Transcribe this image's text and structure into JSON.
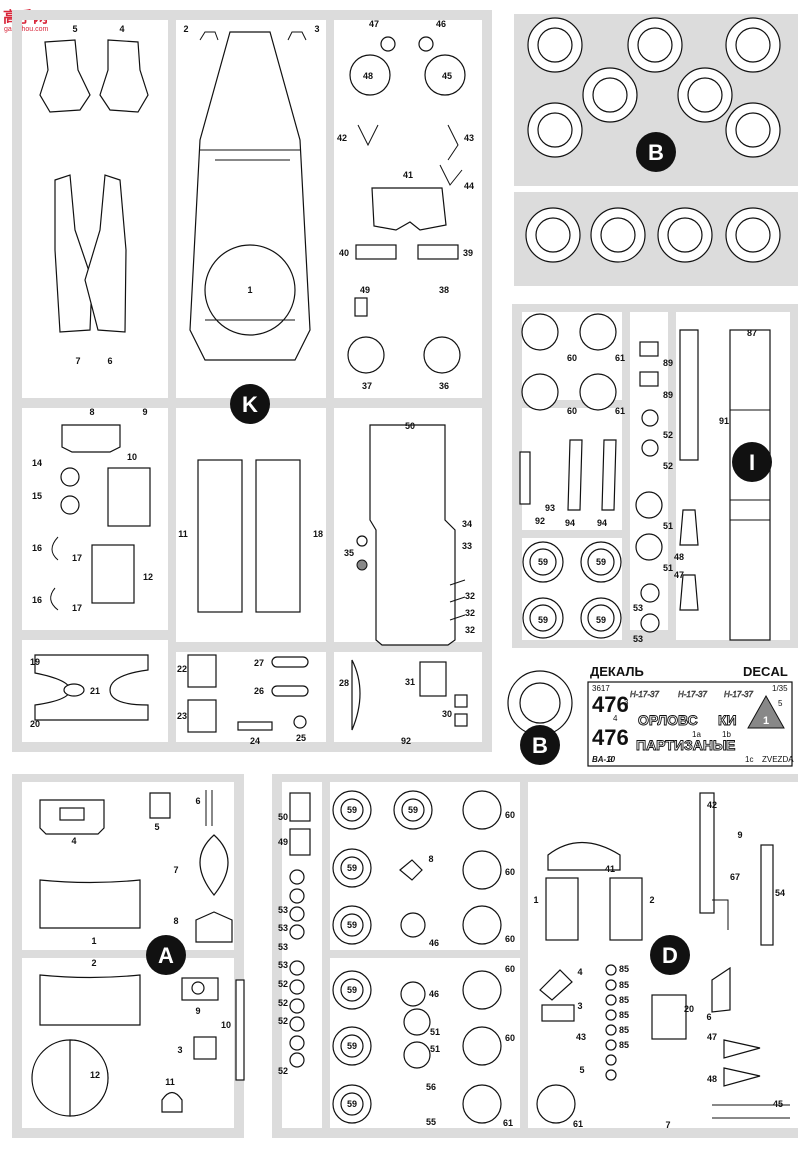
{
  "watermark": {
    "site": "高手网",
    "url": "gao-shou.com"
  },
  "sprues": {
    "K": {
      "letter": "K",
      "labels": [
        "5",
        "4",
        "2",
        "3",
        "47",
        "46",
        "48",
        "45",
        "42",
        "43",
        "44",
        "41",
        "7",
        "6",
        "1",
        "40",
        "39",
        "49",
        "38",
        "37",
        "36",
        "8",
        "9",
        "10",
        "14",
        "15",
        "16",
        "17",
        "16",
        "17",
        "12",
        "11",
        "18",
        "50",
        "34",
        "33",
        "35",
        "32",
        "32",
        "32",
        "19",
        "21",
        "20",
        "22",
        "23",
        "27",
        "26",
        "24",
        "25",
        "28",
        "31",
        "30",
        "92"
      ]
    },
    "B": {
      "letter": "B"
    },
    "I": {
      "letter": "I",
      "labels": [
        "87",
        "60",
        "61",
        "89",
        "89",
        "60",
        "61",
        "91",
        "52",
        "52",
        "93",
        "92",
        "94",
        "94",
        "51",
        "51",
        "48",
        "47",
        "59",
        "59",
        "59",
        "59",
        "53",
        "53"
      ]
    },
    "B_single": {
      "letter": "B"
    },
    "A": {
      "letter": "A",
      "labels": [
        "4",
        "5",
        "6",
        "7",
        "1",
        "8",
        "2",
        "9",
        "10",
        "3",
        "11",
        "12"
      ]
    },
    "D": {
      "letter": "D",
      "labels": [
        "50",
        "49",
        "53",
        "53",
        "53",
        "53",
        "52",
        "52",
        "52",
        "52",
        "59",
        "59",
        "59",
        "59",
        "59",
        "59",
        "59",
        "8",
        "46",
        "46",
        "51",
        "51",
        "56",
        "55",
        "60",
        "60",
        "60",
        "60",
        "60",
        "61",
        "61",
        "41",
        "1",
        "2",
        "4",
        "3",
        "43",
        "5",
        "85",
        "85",
        "85",
        "85",
        "85",
        "85",
        "20",
        "42",
        "9",
        "67",
        "54",
        "6",
        "47",
        "48",
        "45",
        "7"
      ]
    }
  },
  "decal": {
    "header_ru": "ДЕКАЛЬ",
    "header_en": "DECAL",
    "code": "3617",
    "scale": "1/35",
    "number_a": "476",
    "number_b": "476",
    "reg": "Н-17-37",
    "text1": "ОРЛОВС",
    "text1b": "КИ",
    "text2": "ПАРТИЗАНЫ",
    "text2b": "Е",
    "model": "BA-10",
    "brand": "ZVEZDA",
    "triangle_num": "1",
    "small_labels": [
      "4",
      "3",
      "1a",
      "1b",
      "2",
      "5",
      "1c"
    ]
  }
}
